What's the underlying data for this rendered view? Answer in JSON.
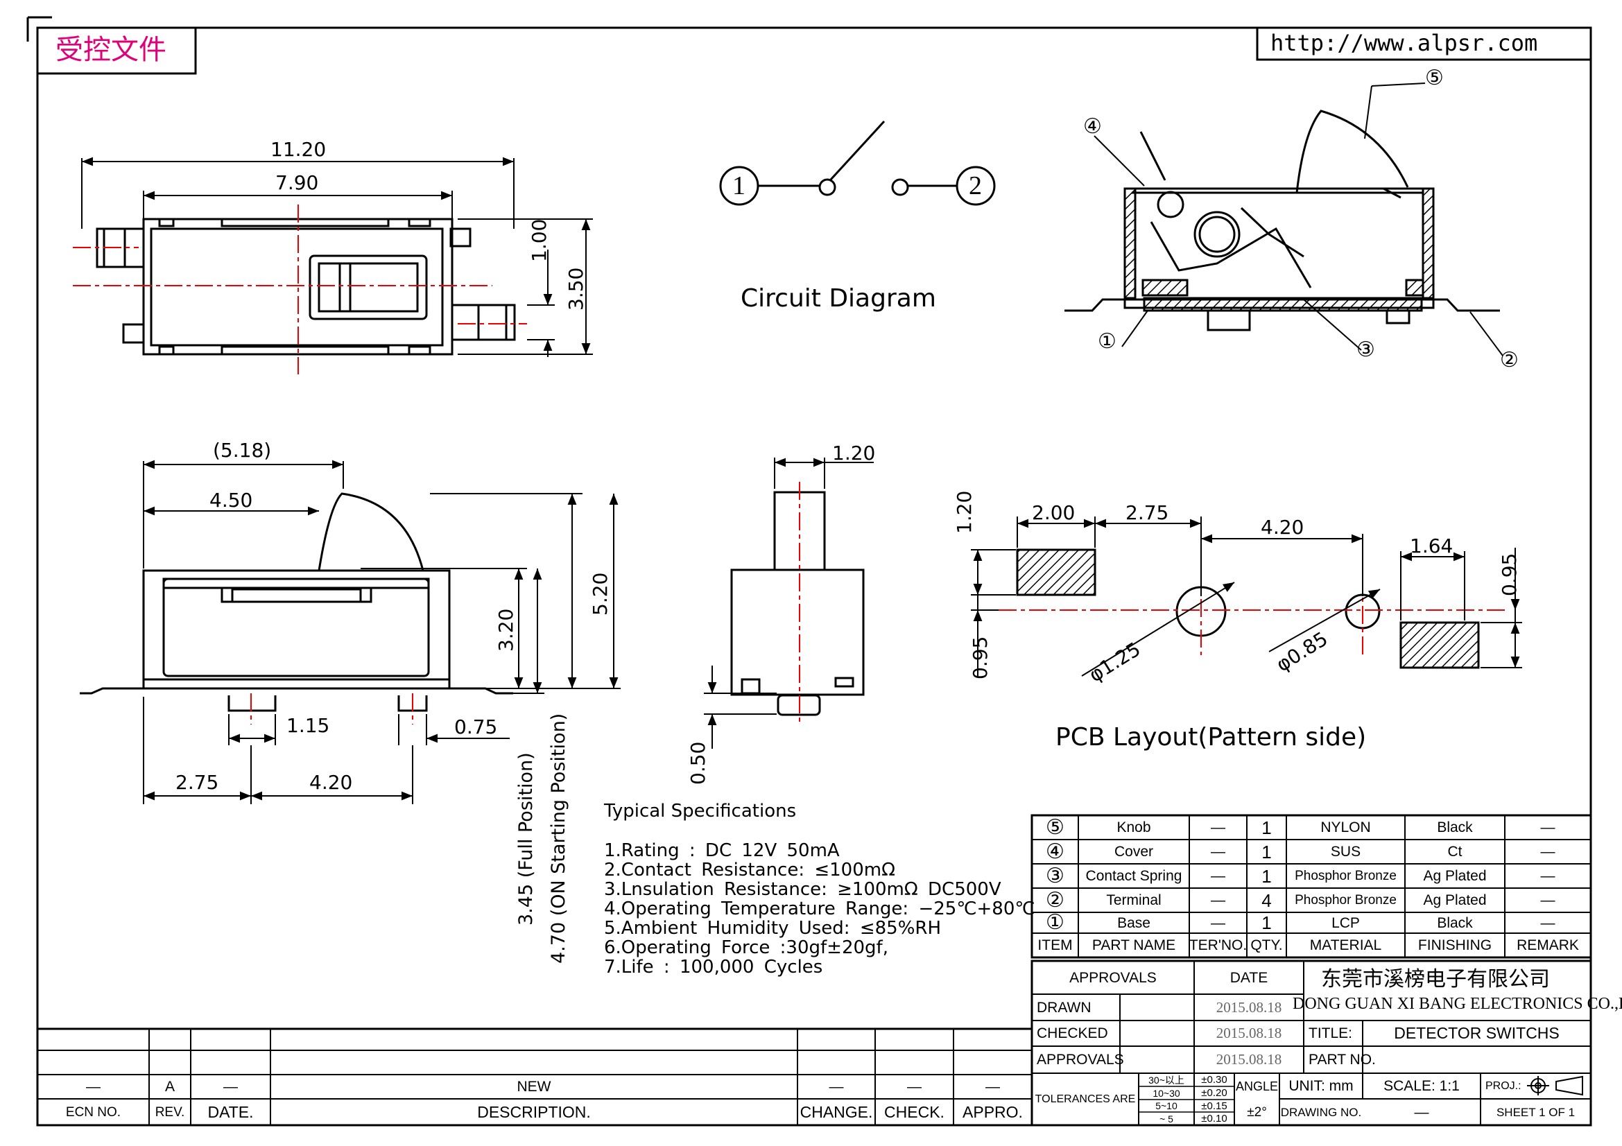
{
  "header": {
    "stamp": "受控文件",
    "url": "http://www.alpsr.com"
  },
  "top_view": {
    "dims": [
      "11.20",
      "7.90",
      "1.00",
      "3.50"
    ]
  },
  "circuit": {
    "terminal_1": "1",
    "terminal_2": "2",
    "title": "Circuit  Diagram"
  },
  "section_view": {
    "callouts": [
      "④",
      "⑤",
      "①",
      "③",
      "②"
    ]
  },
  "front_view": {
    "dims": [
      "(5.18)",
      "4.50",
      "3.20",
      "5.20",
      "1.15",
      "0.75",
      "2.75",
      "4.20",
      "3.45 (Full Position)",
      "4.70 (ON Starting Position)"
    ]
  },
  "side_view": {
    "dims": [
      "1.20",
      "0.50"
    ]
  },
  "pcb": {
    "dims": [
      "1.20",
      "2.00",
      "2.75",
      "4.20",
      "1.64",
      "0.95",
      "0.95",
      "φ1.25",
      "φ0.85"
    ],
    "title": "PCB  Layout(Pattern  side)"
  },
  "specs": {
    "title": "Typical  Specifications",
    "items": [
      "1.Rating : DC 12V 50mA",
      "2.Contact Resistance: ≤100mΩ",
      "3.Lnsulation Resistance: ≥100mΩ DC500V",
      "4.Operating Temperature Range: −25℃+80℃",
      "5.Ambient Humidity Used: ≤85%RH",
      "6.Operating Force :30gf±20gf,",
      "7.Life : 100,000 Cycles"
    ]
  },
  "bom": {
    "headers": [
      "ITEM",
      "PART NAME",
      "TER'NO.",
      "QTY.",
      "MATERIAL",
      "FINISHING",
      "REMARK"
    ],
    "rows": [
      {
        "item": "⑤",
        "name": "Knob",
        "ter": "—",
        "qty": "1",
        "material": "NYLON",
        "finishing": "Black",
        "remark": "—"
      },
      {
        "item": "④",
        "name": "Cover",
        "ter": "—",
        "qty": "1",
        "material": "SUS",
        "finishing": "Ct",
        "remark": "—"
      },
      {
        "item": "③",
        "name": "Contact Spring",
        "ter": "—",
        "qty": "1",
        "material": "Phosphor Bronze",
        "finishing": "Ag Plated",
        "remark": "—"
      },
      {
        "item": "②",
        "name": "Terminal",
        "ter": "—",
        "qty": "4",
        "material": "Phosphor Bronze",
        "finishing": "Ag Plated",
        "remark": "—"
      },
      {
        "item": "①",
        "name": "Base",
        "ter": "—",
        "qty": "1",
        "material": "LCP",
        "finishing": "Black",
        "remark": "—"
      }
    ]
  },
  "title_block": {
    "approvals": "APPROVALS",
    "date": "DATE",
    "company_cn": "东莞市溪榜电子有限公司",
    "company_en": "DONG GUAN XI BANG ELECTRONICS CO.,LTD.",
    "drawn": "DRAWN",
    "checked": "CHECKED",
    "approvals_row": "APPROVALS",
    "dates": [
      "2015.08.18",
      "2015.08.18",
      "2015.08.18"
    ],
    "title_label": "TITLE:",
    "title_value": "DETECTOR  SWITCHS",
    "part_no": "PART  NO.",
    "tolerances": "TOLERANCES  ARE",
    "tol_ranges": [
      "30~以上",
      "10~30",
      "5~10",
      "~ 5"
    ],
    "tol_values": [
      "±0.30",
      "±0.20",
      "±0.15",
      "±0.10"
    ],
    "angle": "ANGLE",
    "angle_value": "±2°",
    "unit": "UNIT:  mm",
    "scale": "SCALE:   1:1",
    "proj": "PROJ.:",
    "drawing_no": "DRAWING  NO.",
    "drawing_no_value": "—",
    "sheet": "SHEET   1  OF  1"
  },
  "revision": {
    "ecn_no": "ECN  NO.",
    "rev": "REV.",
    "date": "DATE.",
    "description": "DESCRIPTION.",
    "change": "CHANGE.",
    "check": "CHECK.",
    "appro": "APPRO.",
    "rev_value": "A",
    "desc_value": "NEW",
    "dash": "—"
  }
}
